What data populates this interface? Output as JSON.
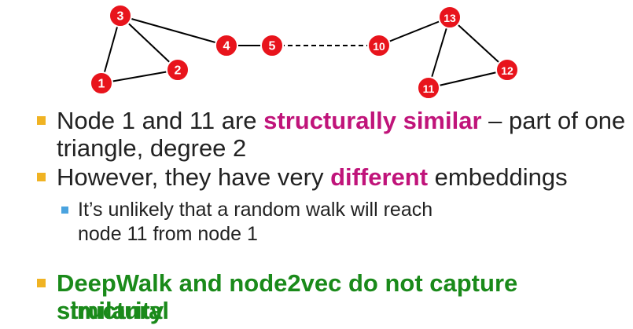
{
  "graph": {
    "nodes": [
      {
        "id": "n1",
        "label": "1"
      },
      {
        "id": "n2",
        "label": "2"
      },
      {
        "id": "n3",
        "label": "3"
      },
      {
        "id": "n4",
        "label": "4"
      },
      {
        "id": "n5",
        "label": "5"
      },
      {
        "id": "n10",
        "label": "10"
      },
      {
        "id": "n11",
        "label": "11"
      },
      {
        "id": "n12",
        "label": "12"
      },
      {
        "id": "n13",
        "label": "13"
      }
    ],
    "edges": [
      {
        "from": "n1",
        "to": "n3",
        "style": "solid"
      },
      {
        "from": "n1",
        "to": "n2",
        "style": "solid"
      },
      {
        "from": "n3",
        "to": "n2",
        "style": "solid"
      },
      {
        "from": "n3",
        "to": "n4",
        "style": "solid"
      },
      {
        "from": "n4",
        "to": "n5",
        "style": "solid"
      },
      {
        "from": "n5",
        "to": "n10",
        "style": "dashed"
      },
      {
        "from": "n10",
        "to": "n13",
        "style": "solid"
      },
      {
        "from": "n13",
        "to": "n11",
        "style": "solid"
      },
      {
        "from": "n13",
        "to": "n12",
        "style": "solid"
      },
      {
        "from": "n11",
        "to": "n12",
        "style": "solid"
      }
    ],
    "node_color": "#e8141c",
    "node_stroke": "#ffffff",
    "edge_color": "#000000"
  },
  "bullets": {
    "b1": {
      "pre": "Node 1 and 11 are ",
      "em": "structurally similar",
      "post": " – part of one",
      "line2": "triangle, degree 2"
    },
    "b2": {
      "pre": "However, they have very ",
      "em": "different",
      "post": " embeddings"
    },
    "b2_sub": {
      "line1": "It’s unlikely that a random walk will reach",
      "line2": "node 11 from node 1"
    },
    "b3": {
      "line1": "DeepWalk and node2vec do not capture structural",
      "line2": "similarity"
    }
  },
  "colors": {
    "bullet_square": "#f0b323",
    "sub_bullet_square": "#4aa3df",
    "emphasis_pink": "#c0147a",
    "emphasis_green": "#1a8a1a",
    "body_text": "#222222"
  }
}
